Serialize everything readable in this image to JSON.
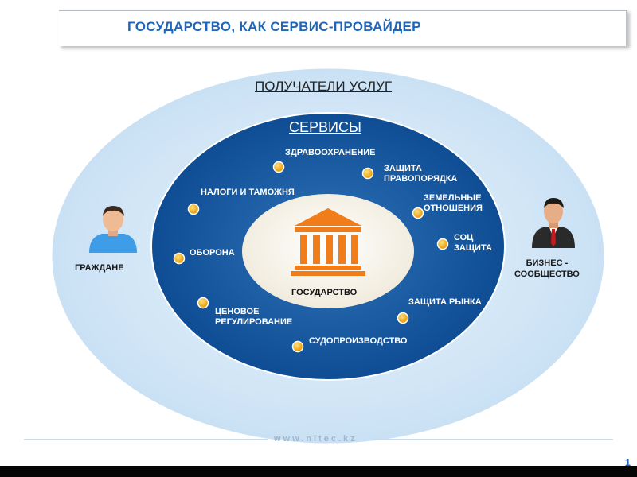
{
  "title": "ГОСУДАРСТВО, КАК СЕРВИС-ПРОВАЙДЕР",
  "outer_ring": "ПОЛУЧАТЕЛИ УСЛУГ",
  "services_ring": "СЕРВИСЫ",
  "center": "ГОСУДАРСТВО",
  "services": {
    "healthcare": "ЗДРАВООХРАНЕНИЕ",
    "law_order_1": "ЗАЩИТА",
    "law_order_2": "ПРАВОПОРЯДКА",
    "taxes": "НАЛОГИ И ТАМОЖНЯ",
    "land_1": "ЗЕМЕЛЬНЫЕ",
    "land_2": "ОТНОШЕНИЯ",
    "social_1": "СОЦ",
    "social_2": "ЗАЩИТА",
    "defense": "ОБОРОНА",
    "market": "ЗАЩИТА РЫНКА",
    "price_1": "ЦЕНОВОЕ",
    "price_2": "РЕГУЛИРОВАНИЕ",
    "justice": "СУДОПРОИЗВОДСТВО"
  },
  "citizens": "ГРАЖДАНЕ",
  "business_1": "БИЗНЕС -",
  "business_2": "СООБЩЕСТВО",
  "footer_url": "www.nitec.kz",
  "page_number": "1",
  "colors": {
    "title": "#1f66b8",
    "outer_ring": "#cfe4f7",
    "services_ring": "#0e4f96",
    "center_oval": "#f5f1e6",
    "bullet": "#f5a800",
    "building": "#f07c1a"
  },
  "icons": [
    "citizen-person-icon",
    "businessman-icon",
    "government-building-icon"
  ]
}
